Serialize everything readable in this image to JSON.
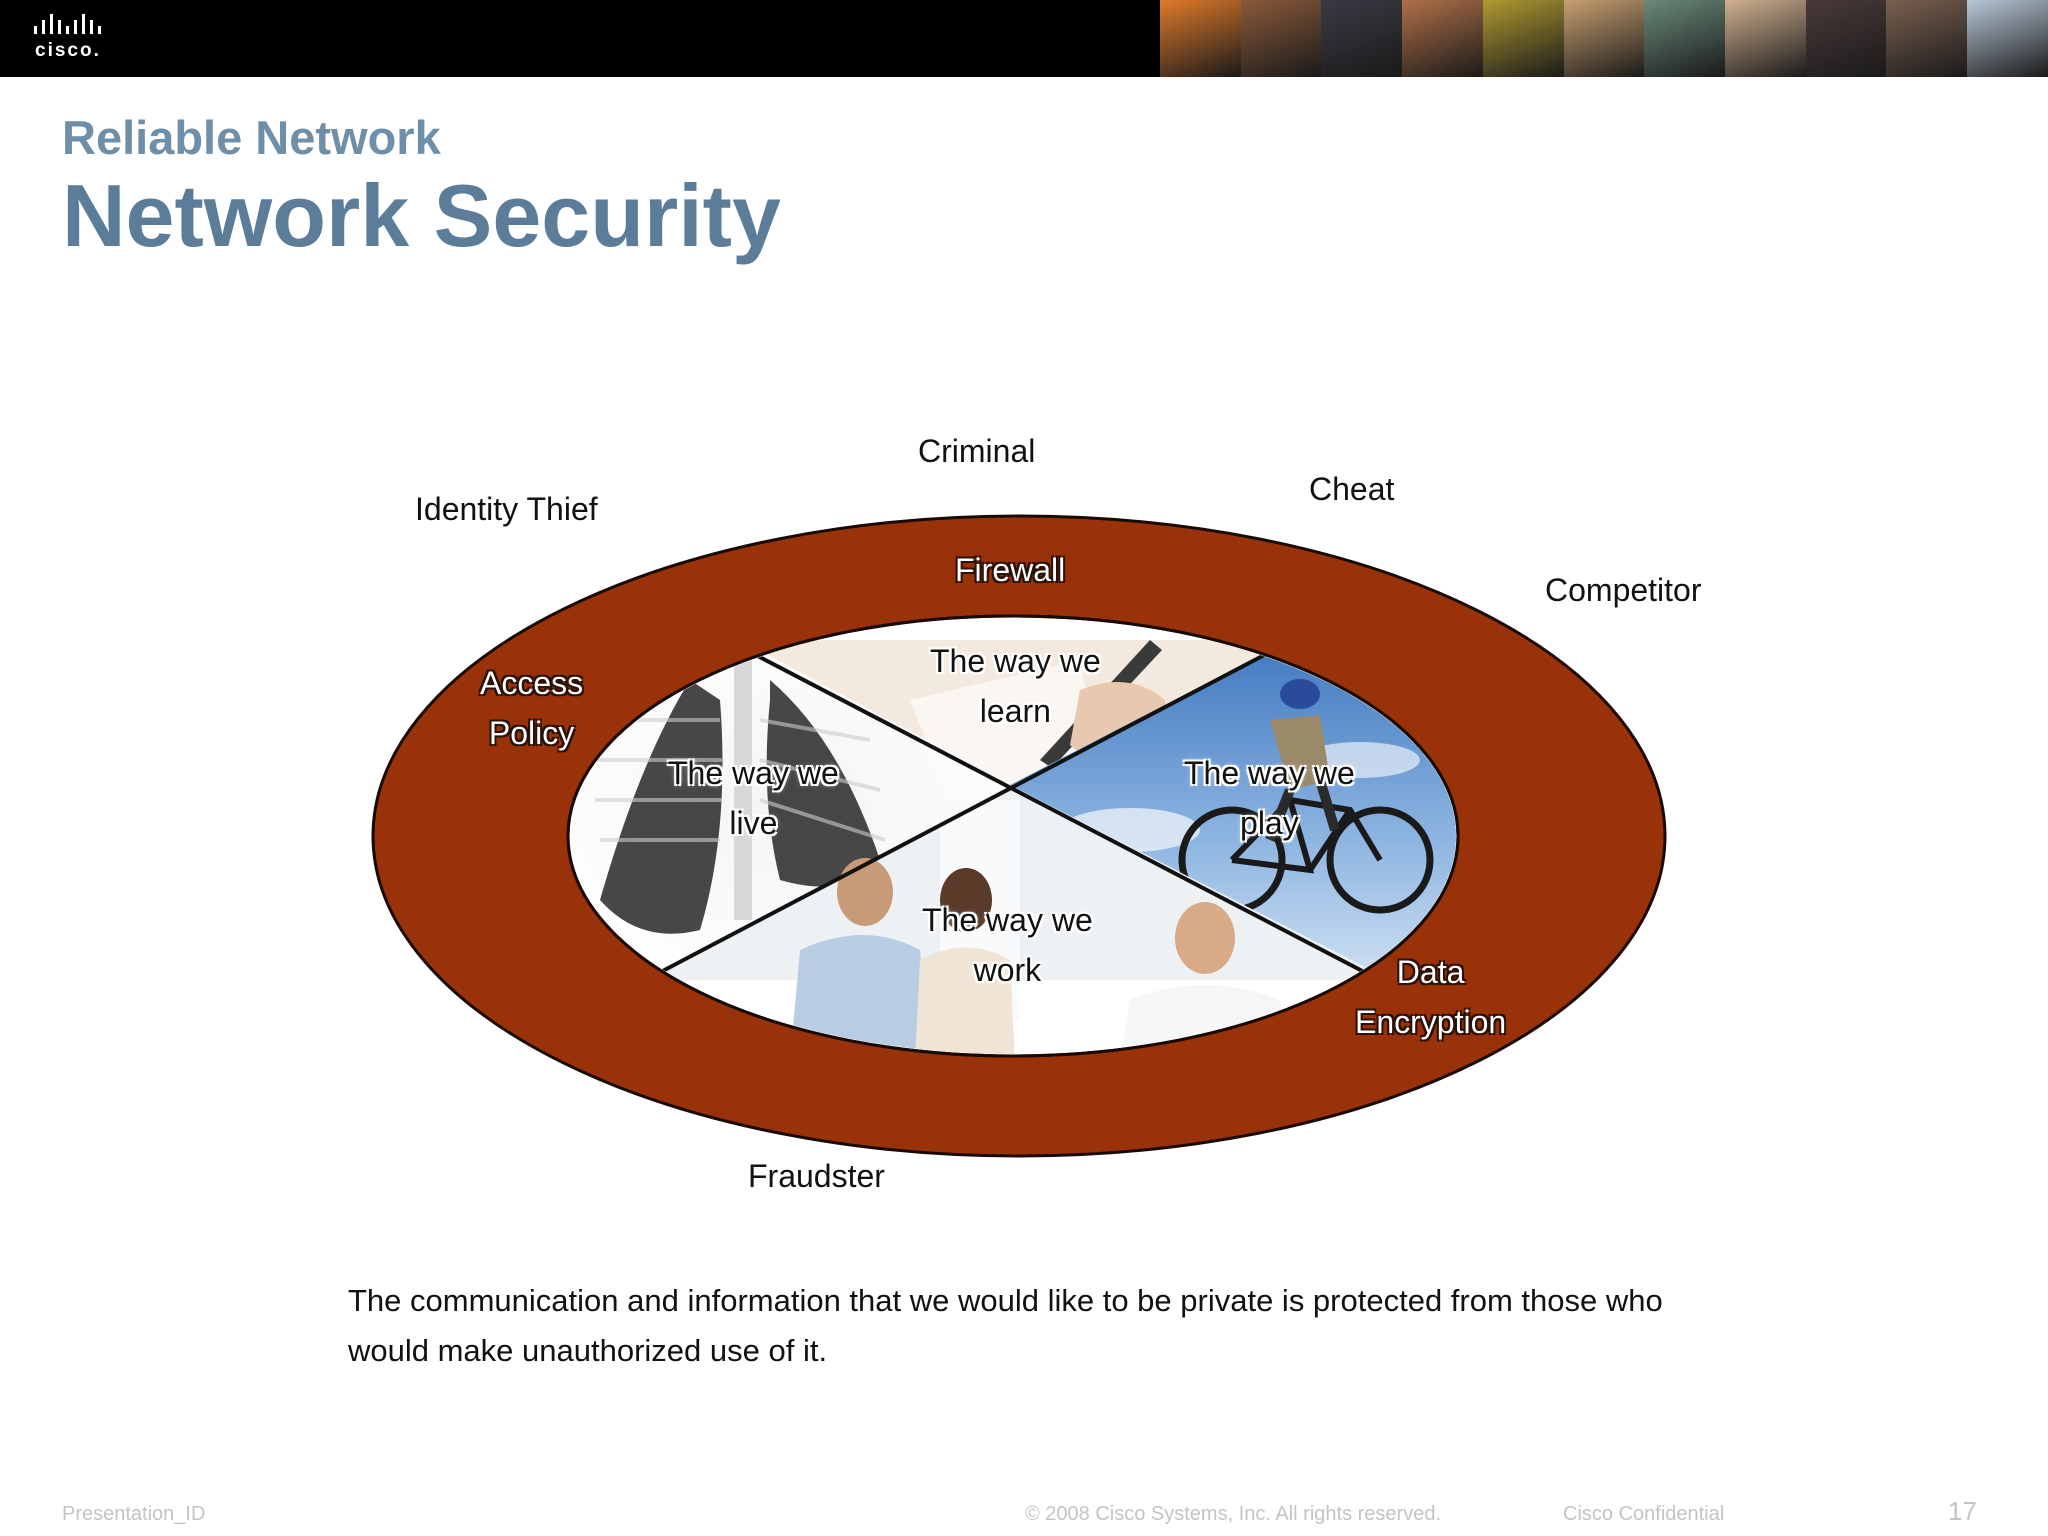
{
  "header": {
    "logo_text": "cisco.",
    "photos": [
      {
        "name": "orange-texture",
        "color": "#e07a2a"
      },
      {
        "name": "student-woman",
        "color": "#8a5a3a"
      },
      {
        "name": "man-thinking",
        "color": "#3a3a44"
      },
      {
        "name": "young-woman",
        "color": "#b07048"
      },
      {
        "name": "yellow-pattern",
        "color": "#b09a30"
      },
      {
        "name": "man-cap",
        "color": "#c8a070"
      },
      {
        "name": "whiteboard",
        "color": "#6a8a7a"
      },
      {
        "name": "smiling-girl",
        "color": "#d0b090"
      },
      {
        "name": "dark-panel",
        "color": "#4a3a3a"
      },
      {
        "name": "young-man",
        "color": "#7a6050"
      },
      {
        "name": "man-hat",
        "color": "#b8c8d8"
      }
    ]
  },
  "slide": {
    "section_title": "Reliable Network",
    "title": "Network Security"
  },
  "diagram": {
    "threats": {
      "criminal": "Criminal",
      "identity_thief": "Identity Thief",
      "cheat": "Cheat",
      "competitor": "Competitor",
      "fraudster": "Fraudster"
    },
    "ring_labels": {
      "firewall": "Firewall",
      "access_policy": [
        "Access",
        "Policy"
      ],
      "data_encryption": [
        "Data",
        "Encryption"
      ]
    },
    "quadrants": {
      "learn": [
        "The way we",
        "learn"
      ],
      "live": [
        "The way we",
        "live"
      ],
      "play": [
        "The way we",
        "play"
      ],
      "work": [
        "The way we",
        "work"
      ]
    },
    "colors": {
      "ring": "#9a3209",
      "ring_outline": "#1a0a04",
      "sky": "#5a8ec8"
    }
  },
  "caption": "The communication and information that we would like to be private is protected from those who would make unauthorized use of it.",
  "footer": {
    "presentation_id": "Presentation_ID",
    "copyright": "© 2008 Cisco Systems, Inc. All rights reserved.",
    "confidential": "Cisco Confidential",
    "page_number": "17"
  }
}
